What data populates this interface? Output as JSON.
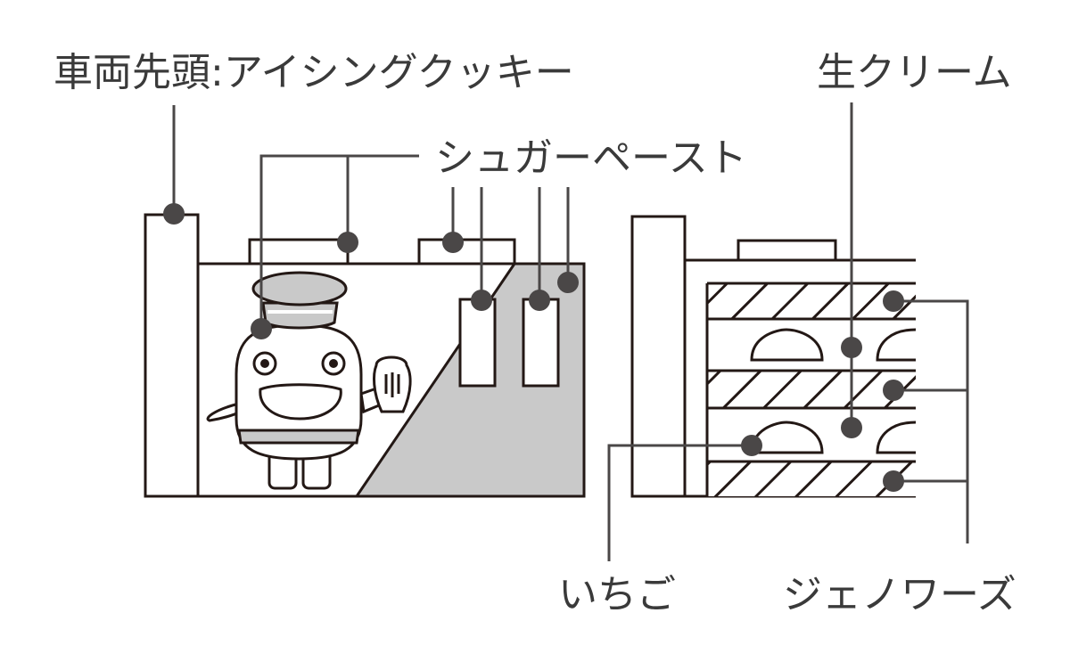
{
  "labels": {
    "front": "車両先頭:アイシングクッキー",
    "sugar_paste": "シュガーペースト",
    "cream": "生クリーム",
    "strawberry": "いちご",
    "genoise": "ジェノワーズ"
  },
  "colors": {
    "line": "#231815",
    "leader": "#4a4747",
    "fill_gray": "#c9c9c9"
  }
}
